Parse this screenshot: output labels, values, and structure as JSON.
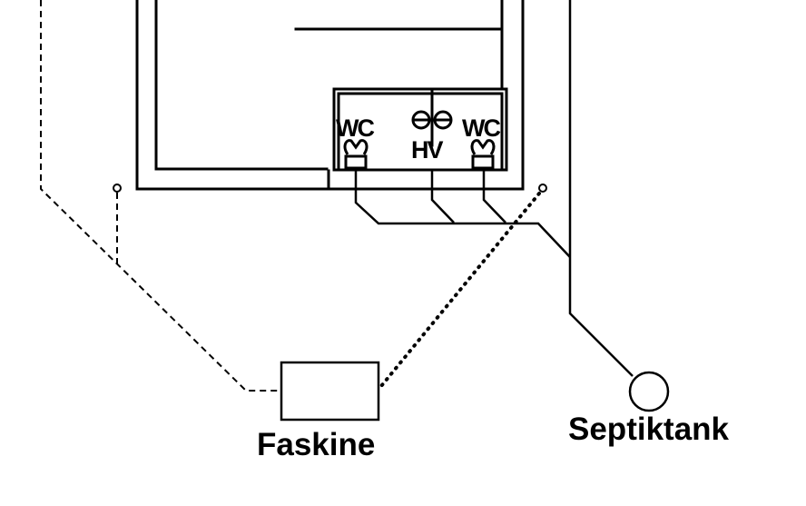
{
  "labels": {
    "wc_left": "WC",
    "wc_right": "WC",
    "hv": "HV",
    "faskine": "Faskine",
    "septiktank": "Septiktank"
  }
}
